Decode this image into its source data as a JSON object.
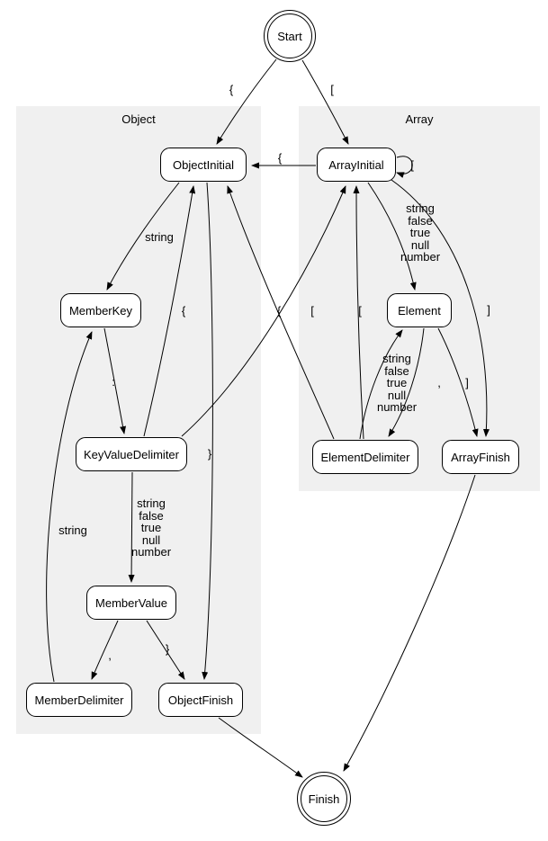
{
  "regions": {
    "object": "Object",
    "array": "Array"
  },
  "nodes": {
    "start": "Start",
    "object_initial": "ObjectInitial",
    "array_initial": "ArrayInitial",
    "member_key": "MemberKey",
    "element": "Element",
    "key_value_delimiter": "KeyValueDelimiter",
    "element_delimiter": "ElementDelimiter",
    "array_finish": "ArrayFinish",
    "member_value": "MemberValue",
    "member_delimiter": "MemberDelimiter",
    "object_finish": "ObjectFinish",
    "finish": "Finish"
  },
  "edge_labels": {
    "start_object_initial": "{",
    "start_array_initial": "[",
    "array_initial_object_initial": "{",
    "array_initial_self": "[",
    "object_initial_member_key": "string",
    "array_initial_element": "string\nfalse\ntrue\nnull\nnumber",
    "member_key_key_value_delimiter": ":",
    "key_value_delimiter_member_value": "string\nfalse\ntrue\nnull\nnumber",
    "key_value_delimiter_object_initial": "{",
    "key_value_delimiter_array_initial": "[",
    "element_delimiter_object_initial": "{",
    "element_delimiter_array_initial": "[",
    "element_element_delimiter": ",",
    "element_delimiter_element": "string\nfalse\ntrue\nnull\nnumber",
    "element_array_finish": "]",
    "array_initial_array_finish": "]",
    "object_initial_object_finish": "}",
    "member_value_member_delimiter": ",",
    "member_value_object_finish": "}",
    "member_delimiter_member_key": "string"
  },
  "colors": {
    "region_background": "#f0f0f0",
    "node_fill": "#ffffff",
    "stroke": "#000000"
  }
}
